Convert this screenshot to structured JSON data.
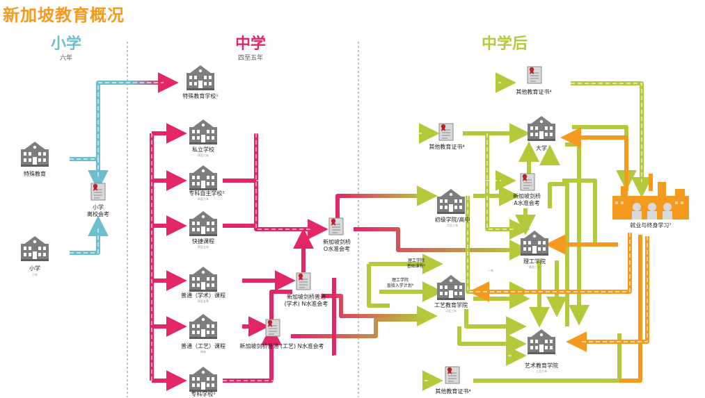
{
  "title": "新加坡教育概况",
  "colors": {
    "primary_blue": "#6ebfce",
    "secondary_pink": "#e32765",
    "post_green": "#b5c93a",
    "career_orange": "#f39a1f",
    "title_orange": "#f39a1f",
    "building_gray": "#7d7d7d"
  },
  "stages": [
    {
      "name": "小学",
      "sub": "六年"
    },
    {
      "name": "中学",
      "sub": "四至五年"
    },
    {
      "name": "中学后",
      "sub": ""
    }
  ],
  "nodes": {
    "special_edu": {
      "label": "特殊教育",
      "sub": ""
    },
    "primary_school": {
      "label": "小学",
      "sub": "六年"
    },
    "psle": {
      "label": "小学\n离校会考",
      "sub": ""
    },
    "special_school": {
      "label": "特殊教育学校¹",
      "sub": ""
    },
    "private_school": {
      "label": "私立学校",
      "sub": "四至六年"
    },
    "specialised_independent": {
      "label": "专科自主学校³",
      "sub": "四至六年"
    },
    "express": {
      "label": "快捷课程",
      "sub": "四至五年"
    },
    "normal_academic": {
      "label": "普通（学术）课程",
      "sub": "四至五年"
    },
    "normal_technical": {
      "label": "普通（工艺）课程",
      "sub": "四年"
    },
    "specialised_school": {
      "label": "专科学校²",
      "sub": ""
    },
    "other_cert_top": {
      "label": "其他教育证书⁴",
      "sub": ""
    },
    "other_cert_mid": {
      "label": "其他教育证书⁴",
      "sub": ""
    },
    "other_cert_bottom": {
      "label": "其他教育证书⁴",
      "sub": ""
    },
    "o_level": {
      "label": "新加坡剑桥\nO水准会考",
      "sub": ""
    },
    "n_academic_exam": {
      "label": "新加坡剑桥普通\n(学术) N水准会考",
      "sub": ""
    },
    "n_technical_exam": {
      "label": "新加坡剑桥普通 (工艺) N水准会考",
      "sub": ""
    },
    "university": {
      "label": "大学",
      "sub": ""
    },
    "a_level": {
      "label": "新加坡剑桥\nA水准会考",
      "sub": ""
    },
    "junior_college": {
      "label": "初级学院/高中",
      "sub": "二至三年"
    },
    "poly_foundation": {
      "label": "理工学院\n基础课程⁵",
      "sub": "一年"
    },
    "poly_direct": {
      "label": "理工学院\n直接入学计划⁶",
      "sub": ""
    },
    "polytechnic": {
      "label": "理工学院",
      "sub": "两至三年"
    },
    "ite": {
      "label": "工艺教育学院",
      "sub": "二至三年"
    },
    "arts_institutions": {
      "label": "艺术教育学院",
      "sub": "三至六年"
    },
    "employment": {
      "label": "就业与终身学习⁷",
      "sub": ""
    }
  }
}
